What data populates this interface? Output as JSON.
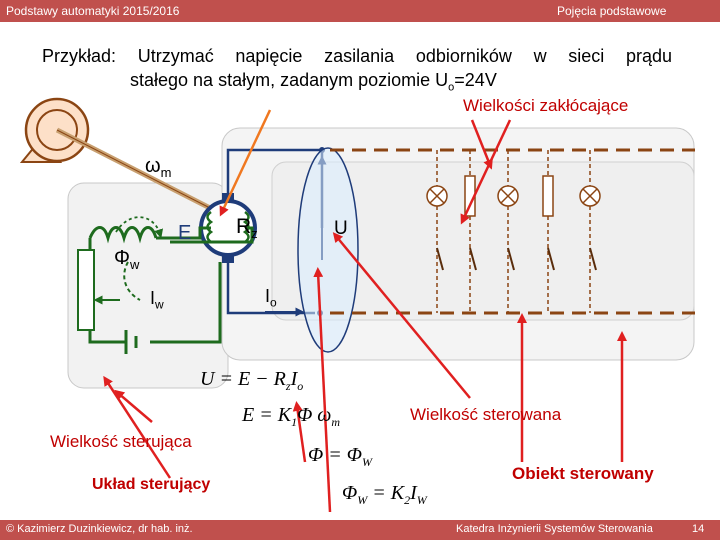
{
  "header": {
    "left": "Podstawy automatyki 2015/2016",
    "right": "Pojęcia podstawowe"
  },
  "footer": {
    "left": "© Kazimierz Duzinkiewicz, dr hab. inż.",
    "right": "Katedra Inżynierii Systemów Sterowania",
    "page": "14"
  },
  "title": {
    "line1": "Przykład: Utrzymać napięcie zasilania odbiorników w sieci prądu",
    "line2_pre": "stałego na stałym, zadanym poziomie U",
    "line2_sub": "o",
    "line2_post": "=24V"
  },
  "labels": {
    "disturbances": "Wielkości zakłócające",
    "controlled_var": "Wielkość sterowana",
    "control_var": "Wielkość sterująca",
    "controller": "Układ sterujący",
    "plant": "Obiekt sterowany"
  },
  "circuit": {
    "omega": "ω",
    "omega_sub": "m",
    "e": "E",
    "r": "R",
    "r_sub": "z",
    "u": "U",
    "phi": "Φ",
    "phi_sub": "w",
    "iw": "I",
    "iw_sub": "w",
    "io": "I",
    "io_sub": "o"
  },
  "equations": {
    "eq1": {
      "lhs": "U",
      "rhs_a": "E",
      "rhs_b": "R",
      "rhs_b_sub": "z",
      "rhs_c": "I",
      "rhs_c_sub": "o"
    },
    "eq2": {
      "lhs": "E",
      "k": "K",
      "k_sub": "1",
      "phi": "Φ",
      "omega": "ω",
      "omega_sub": "m"
    },
    "eq3": {
      "lhs": "Φ",
      "rhs": "Φ",
      "rhs_sub": "W"
    },
    "eq4": {
      "lhs": "Φ",
      "lhs_sub": "W",
      "k": "K",
      "k_sub": "2",
      "i": "I",
      "i_sub": "W"
    }
  },
  "colors": {
    "brand": "#c0504d",
    "wire": "#1f3c7a",
    "green": "#1e6b1e",
    "arrow": "#e02020",
    "label_red": "#c00000"
  }
}
